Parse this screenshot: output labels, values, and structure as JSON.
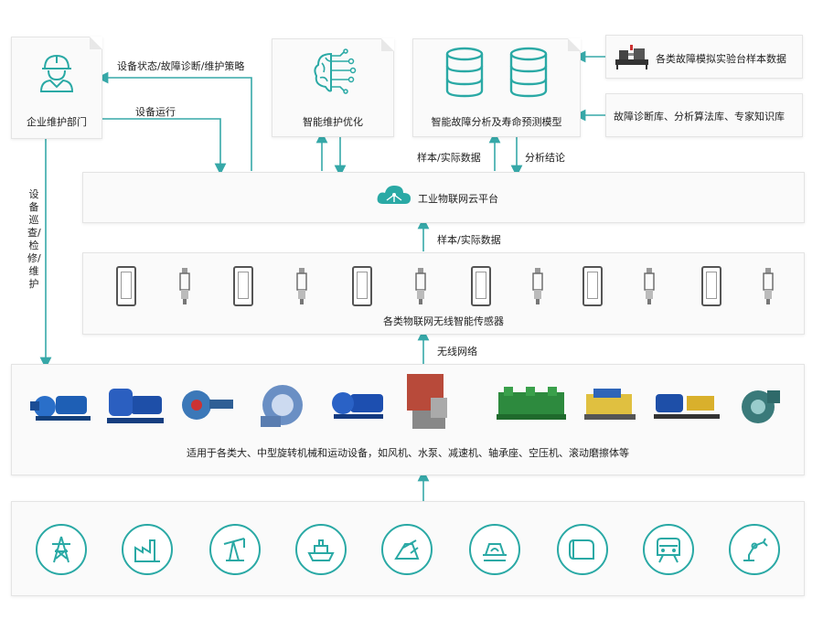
{
  "left_card": {
    "label": "企业维护部门",
    "icon": "worker-icon"
  },
  "optimize_card": {
    "label": "智能维护优化",
    "icon": "brain-circuit-icon"
  },
  "model_card": {
    "label": "智能故障分析及寿命预测模型",
    "icon": "database-icon"
  },
  "side_inputs": [
    {
      "label": "各类故障模拟实验台样本数据",
      "icon": "test-bench-icon"
    },
    {
      "label": "故障诊断库、分析算法库、专家知识库"
    }
  ],
  "cloud": {
    "label": "工业物联网云平台",
    "icon": "cloud-network-icon"
  },
  "sensors": {
    "label": "各类物联网无线智能传感器"
  },
  "equipment": {
    "label": "适用于各类大、中型旋转机械和运动设备，如风机、水泵、减速机、轴承座、空压机、滚动磨擦体等"
  },
  "arrow_labels": {
    "status_strategy": "设备状态/故障诊断/维护策略",
    "operation": "设备运行",
    "inspect": "设备巡查/检修/维护",
    "sample_data_1": "样本/实际数据",
    "conclusion": "分析结论",
    "sample_data_2": "样本/实际数据",
    "wireless": "无线网络"
  },
  "industries": [
    {
      "icon": "power-tower-icon"
    },
    {
      "icon": "factory-icon"
    },
    {
      "icon": "oil-pump-icon"
    },
    {
      "icon": "ship-icon"
    },
    {
      "icon": "steel-mill-icon"
    },
    {
      "icon": "mining-icon"
    },
    {
      "icon": "paper-roll-icon"
    },
    {
      "icon": "rail-transit-icon"
    },
    {
      "icon": "robot-arm-icon"
    }
  ],
  "colors": {
    "accent": "#2aa9a5",
    "card": "#fafafa",
    "arrow": "#36a8a8"
  }
}
